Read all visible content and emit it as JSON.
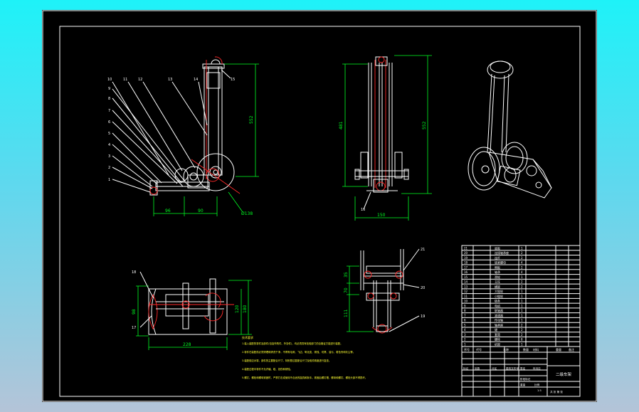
{
  "sheet": {
    "colors": {
      "background": "#000000",
      "outline": "#ffffff",
      "dimension": "#00ff22",
      "centerline": "#ff2a2a",
      "note": "#ffff33"
    }
  },
  "front_view": {
    "balloons": [
      "10",
      "11",
      "12",
      "13",
      "14",
      "15",
      "9",
      "8",
      "7",
      "6",
      "5",
      "4",
      "3",
      "2",
      "1"
    ],
    "dims": {
      "height": "552",
      "base_left": "96",
      "base_right": "90",
      "wheel_dia": "Ø138"
    }
  },
  "side_view": {
    "dims": {
      "left_height": "481",
      "right_height": "552",
      "width": "150"
    },
    "balloons": [
      "16"
    ]
  },
  "top_view": {
    "dims": {
      "length": "228",
      "height_a": "180",
      "height_b": "120",
      "height_c": "98"
    },
    "balloons": [
      "18",
      "17"
    ]
  },
  "detail_view": {
    "dims": {
      "a": "35",
      "b": "70",
      "c": "111"
    },
    "balloons": [
      "21",
      "20",
      "19"
    ]
  },
  "notes": {
    "title": "技术要求",
    "lines": [
      "1.装入装配的零件及部件(包括外购件、外协件)，均必须具有检验部门的合格证方能进行装配。",
      "2.零件在装配前必须清理和清洗干净，不得有毛刺、飞边、氧化皮、锈蚀、切屑、油污、着色剂和灰尘等。",
      "3.装配前应对零、部件的主要配合尺寸，特别是过盈配合尺寸及相关精度进行复查。",
      "4.装配过程中零件不允许磕、碰、划伤和锈蚀。",
      "5.螺钉、螺栓和螺母紧固时，严禁打击或使用不合适的旋具和扳手。紧固后螺钉槽、螺母和螺钉、螺栓头部不得损坏。"
    ]
  },
  "title_block": {
    "name": "二级车架",
    "header": [
      "序号",
      "代号",
      "名称",
      "数量",
      "材料",
      "重量",
      "备注"
    ],
    "sign_row": [
      "标记",
      "处数",
      "分区",
      "更改文件号",
      "签名",
      "年月日"
    ],
    "stage": [
      "阶段标记",
      "重量",
      "比例"
    ],
    "scale": "1:5",
    "sheet_info": "共 张 第 张",
    "parts_list": [
      {
        "no": "21",
        "name": "底板",
        "qty": "1"
      },
      {
        "no": "20",
        "name": "连接轴承座",
        "qty": "2"
      },
      {
        "no": "19",
        "name": "连杆",
        "qty": "2"
      },
      {
        "no": "18",
        "name": "锁紧螺母",
        "qty": "4"
      },
      {
        "no": "17",
        "name": "侧板",
        "qty": "2"
      },
      {
        "no": "16",
        "name": "轴承",
        "qty": "4"
      },
      {
        "no": "15",
        "name": "滑轮",
        "qty": "1"
      },
      {
        "no": "14",
        "name": "立柱",
        "qty": "2"
      },
      {
        "no": "13",
        "name": "横梁",
        "qty": "2"
      },
      {
        "no": "12",
        "name": "大链轮",
        "qty": "1"
      },
      {
        "no": "11",
        "name": "小链轮",
        "qty": "1"
      },
      {
        "no": "10",
        "name": "链条",
        "qty": "1"
      },
      {
        "no": "9",
        "name": "电机",
        "qty": "1"
      },
      {
        "no": "8",
        "name": "联轴器",
        "qty": "1"
      },
      {
        "no": "7",
        "name": "减速器",
        "qty": "1"
      },
      {
        "no": "6",
        "name": "传动轴",
        "qty": "1"
      },
      {
        "no": "5",
        "name": "轴承座",
        "qty": "2"
      },
      {
        "no": "4",
        "name": "键",
        "qty": "2"
      },
      {
        "no": "3",
        "name": "套筒",
        "qty": "2"
      },
      {
        "no": "2",
        "name": "螺栓",
        "qty": "8"
      },
      {
        "no": "1",
        "name": "机架",
        "qty": "1"
      }
    ]
  }
}
